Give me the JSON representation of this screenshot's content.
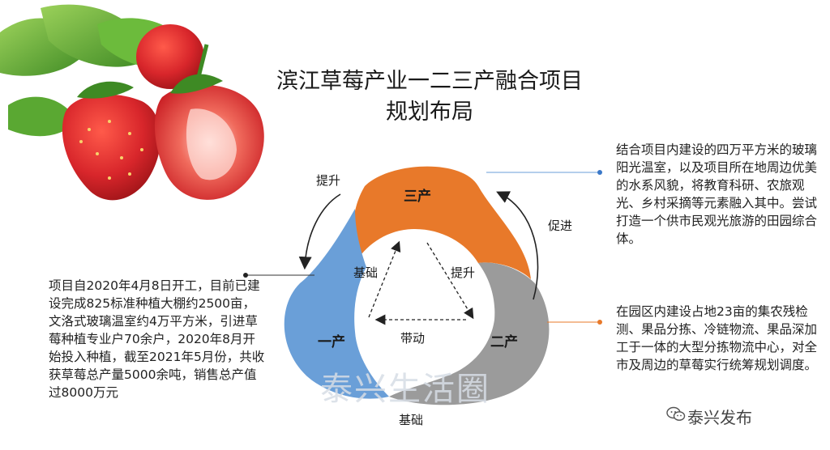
{
  "title_line1": "滨江草莓产业一二三产融合项目",
  "title_line2": "规划布局",
  "segments": {
    "san": "三产",
    "yi": "一产",
    "er": "二产"
  },
  "arrows": {
    "tisheng_outer": "提升",
    "cujin": "促进",
    "jichu_inner": "基础",
    "tisheng_inner": "提升",
    "daidong": "带动",
    "jichu_bottom": "基础"
  },
  "paragraphs": {
    "left": "项目自2020年4月8日开工，目前已建设完成825标准种植大棚约2500亩，文洛式玻璃温室约4万平方米，引进草莓种植专业户70余户，2020年8月开始投入种植，截至2021年5月份，共收获草莓总产量5000余吨，销售总产值过8000万元",
    "top_right": "结合项目内建设的四万平方米的玻璃阳光温室，以及项目所在地周边优美的水系风貌，将教育科研、农旅观光、乡村采摘等元素融入其中。尝试打造一个供市民观光旅游的田园综合体。",
    "bottom_right": "在园区内建设占地23亩的集农残检测、果品分拣、冷链物流、果品深加工于一体的大型分拣物流中心，对全市及周边的草莓实行统筹规划调度。"
  },
  "watermark": "泰兴生活圈",
  "brand": "泰兴发布",
  "colors": {
    "orange": "#e8792a",
    "blue": "#6a9fd8",
    "gray": "#9b9b9b",
    "strawberry": "#d8262b",
    "leaf": "#5aa832"
  },
  "icons": [
    "strawberry-image",
    "wechat-icon"
  ]
}
